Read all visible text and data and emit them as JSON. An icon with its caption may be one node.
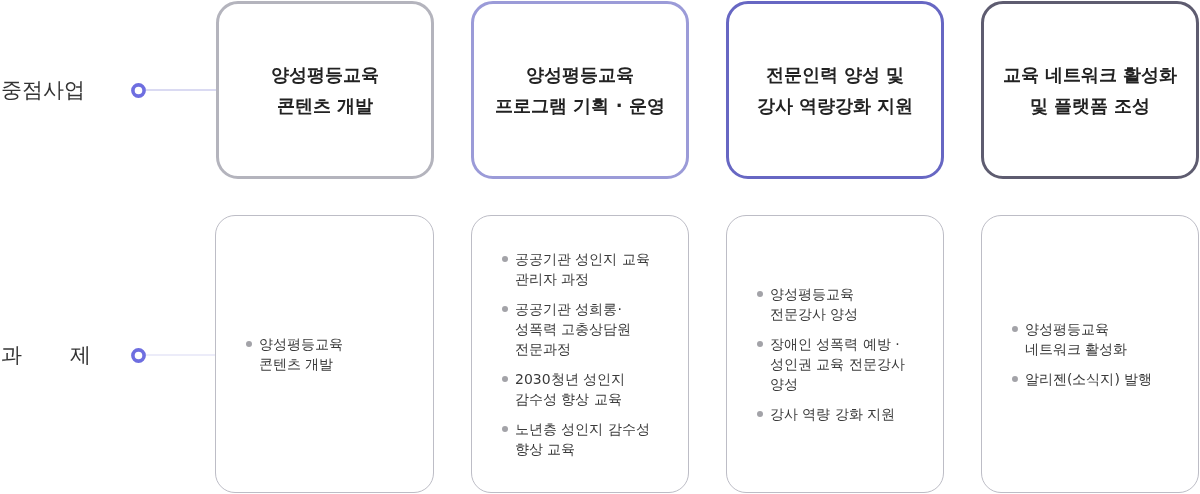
{
  "diagram": {
    "nodes": [
      {
        "text": [],
        "shape": "circle",
        "beside": [
          "중점사업"
        ]
      },
      {
        "text": [
          "양성평등교육 콘텐츠 개발"
        ]
      },
      {
        "text": [
          "양성평등교육 프로그램 기획 · 운영"
        ]
      },
      {
        "text": [
          "전문인력 양성 및 강사 역량강화 지원"
        ]
      },
      {
        "text": [
          "교육 네트워크 활성화 및 플랫폼 조성"
        ]
      },
      {
        "text": [],
        "shape": "circle",
        "beside": [
          "과 제"
        ]
      },
      {
        "text": [
          "양성평등교육 콘텐츠 개발"
        ]
      },
      {
        "text": [
          "공공기관 성인지 교육 관리자 과정",
          "공공기관 성희롱· 성폭력 고충상담원 전문과정",
          "2030청년 성인지 감수성 향상 교육",
          "노년층 성인지 감수성 향상 교육"
        ]
      },
      {
        "text": [
          "양성평등교육 전문강사 양성",
          "장애인 성폭력 예방 · 성인권 교육 전문강사 양성",
          "강사 역량 강화 지원"
        ]
      },
      {
        "text": [
          "양성평등교육 네트워크 활성화",
          "알리젠(소식지) 발행"
        ]
      }
    ],
    "edges": [
      {
        "from": 0,
        "to": 1,
        "arrow": "none",
        "color": "#b6b6e6"
      },
      {
        "from": 5,
        "to": 6,
        "arrow": "none",
        "color": "#dadaf4"
      }
    ]
  }
}
